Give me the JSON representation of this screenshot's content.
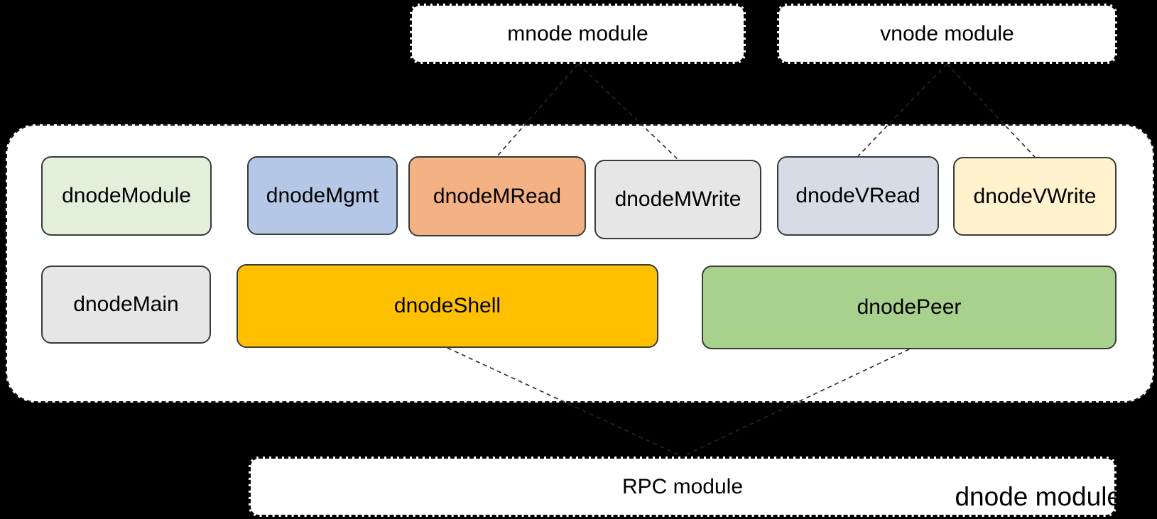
{
  "canvas": {
    "background_color": "#000000"
  },
  "modules": {
    "mnode": {
      "label": "mnode module"
    },
    "vnode": {
      "label": "vnode module"
    },
    "dnode": {
      "label": "dnode module"
    },
    "rpc": {
      "label": "RPC module"
    }
  },
  "dnode_components": {
    "row1": [
      {
        "id": "dnodeModule",
        "label": "dnodeModule",
        "color": "#e2efda"
      },
      {
        "id": "dnodeMgmt",
        "label": "dnodeMgmt",
        "color": "#b4c7e7"
      },
      {
        "id": "dnodeMRead",
        "label": "dnodeMRead",
        "color": "#f4b183"
      },
      {
        "id": "dnodeMWrite",
        "label": "dnodeMWrite",
        "color": "#e7e6e6"
      },
      {
        "id": "dnodeVRead",
        "label": "dnodeVRead",
        "color": "#d6dce5"
      },
      {
        "id": "dnodeVWrite",
        "label": "dnodeVWrite",
        "color": "#fff2cc"
      }
    ],
    "row2": [
      {
        "id": "dnodeMain",
        "label": "dnodeMain",
        "color": "#e7e6e6"
      },
      {
        "id": "dnodeShell",
        "label": "dnodeShell",
        "color": "#ffc000"
      },
      {
        "id": "dnodePeer",
        "label": "dnodePeer",
        "color": "#a9d18e"
      }
    ]
  },
  "connections": [
    {
      "from": "mnode module",
      "to": "dnodeMRead"
    },
    {
      "from": "mnode module",
      "to": "dnodeMWrite"
    },
    {
      "from": "vnode module",
      "to": "dnodeVRead"
    },
    {
      "from": "vnode module",
      "to": "dnodeVWrite"
    },
    {
      "from": "dnodeShell",
      "to": "RPC module"
    },
    {
      "from": "dnodePeer",
      "to": "RPC module"
    }
  ]
}
